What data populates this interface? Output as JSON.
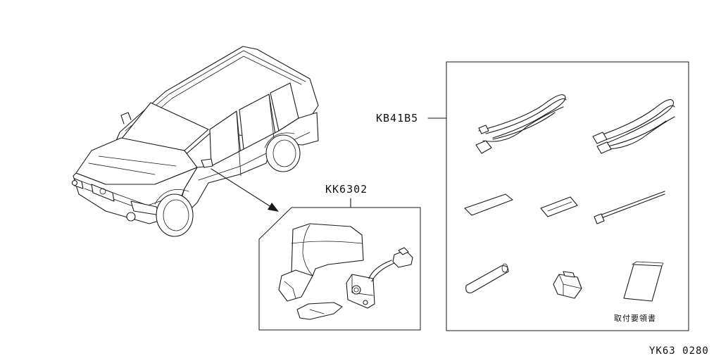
{
  "labels": {
    "mirror_kit_code": "KK6302",
    "harness_kit_code": "KB41B5",
    "installation_manual": "取付要領書",
    "diagram_code": "YK63 0280"
  }
}
